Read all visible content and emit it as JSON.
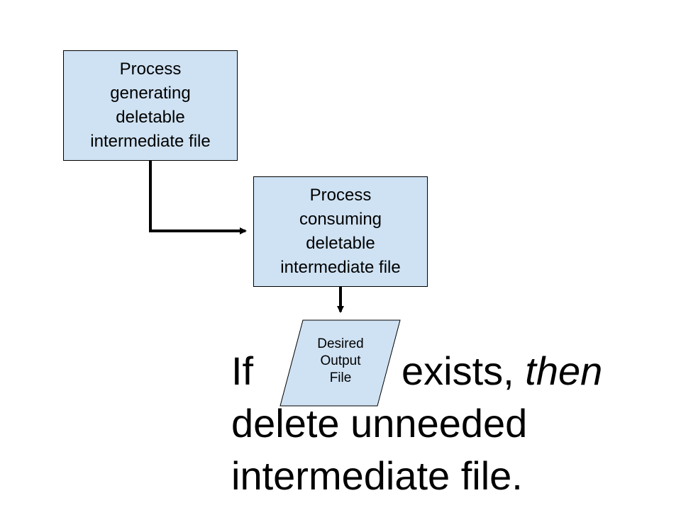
{
  "diagram": {
    "process_generating": {
      "lines": [
        "Process",
        "generating",
        "deletable",
        "intermediate file"
      ]
    },
    "process_consuming": {
      "lines": [
        "Process",
        "consuming",
        "deletable",
        "intermediate file"
      ]
    },
    "desired_output": {
      "lines": [
        "Desired",
        "Output",
        "File"
      ]
    },
    "colors": {
      "box_fill": "#cfe2f3",
      "stroke": "#000000"
    }
  },
  "statement": {
    "if_word": "If",
    "exists_word": "exists,",
    "then_word": "then",
    "line2": "delete unneeded",
    "line3": "intermediate file."
  }
}
